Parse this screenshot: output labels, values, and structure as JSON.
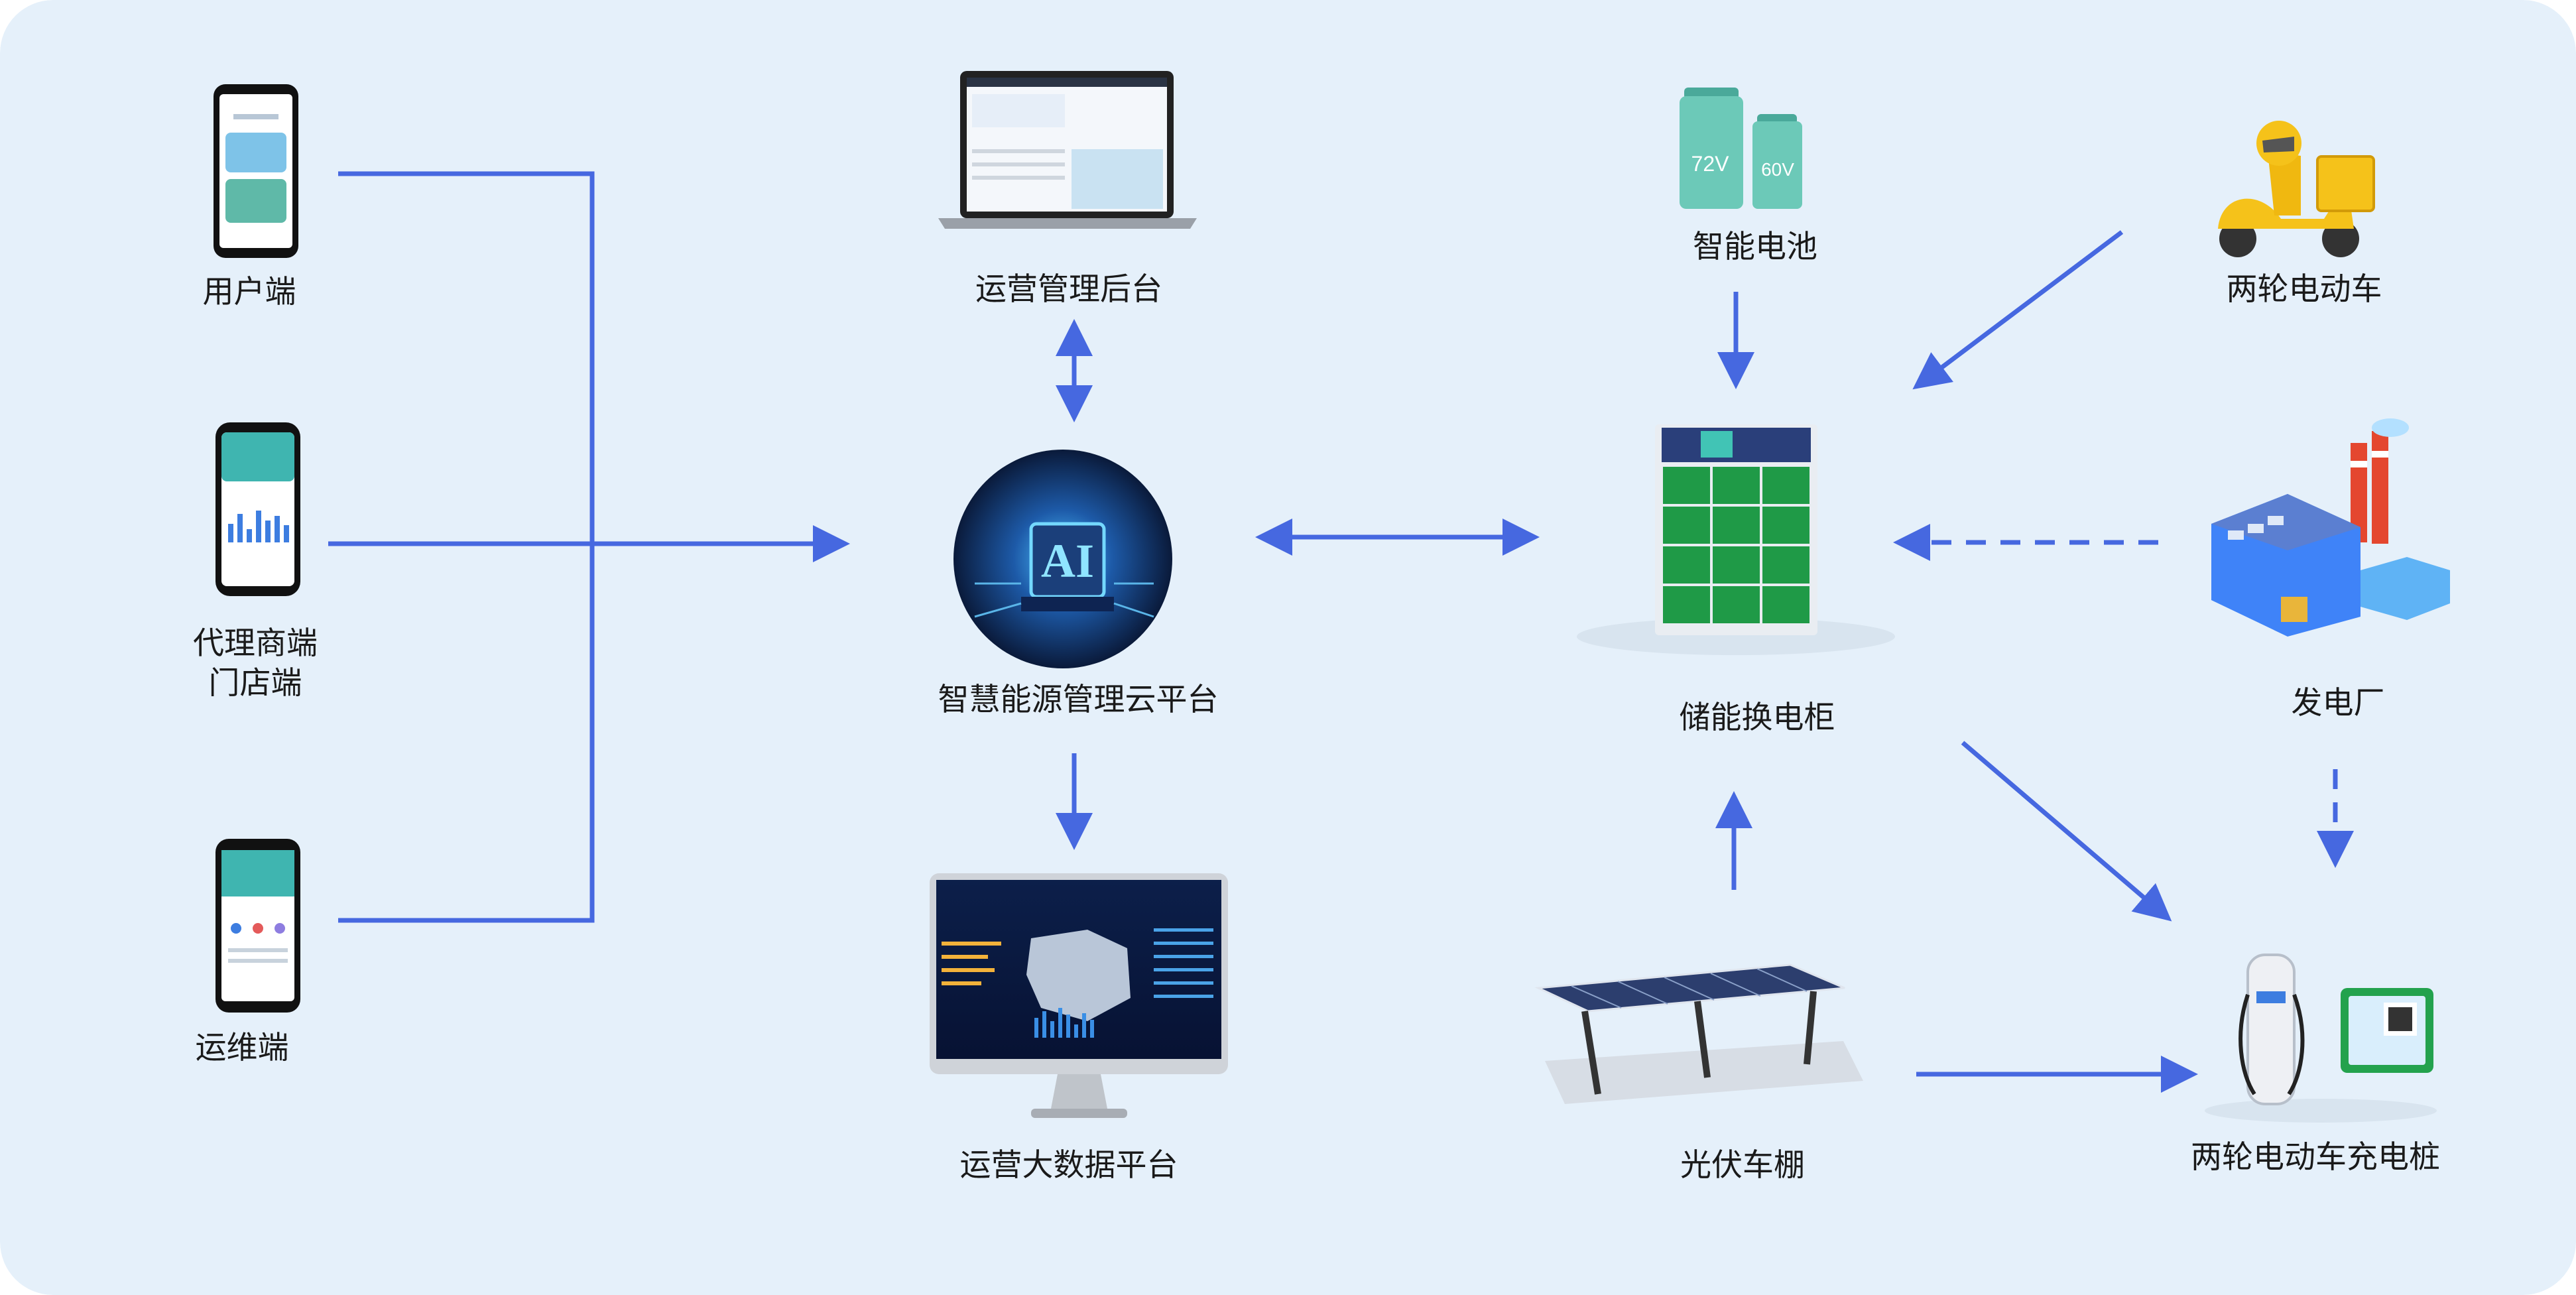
{
  "colors": {
    "background": "#e5f0fa",
    "arrow": "#4668e0",
    "cabinet_green": "#1f9a47",
    "cabinet_header": "#2a3f7a",
    "battery": "#6cc9b8",
    "scooter_yellow": "#f5c21a",
    "solar_panel": "#2c3e6e",
    "factory_blue": "#3f83f8",
    "chimney_red": "#e4472f"
  },
  "nodes": {
    "user_app": {
      "label": "用户端",
      "icon": "smartphone-icon"
    },
    "agent_app": {
      "label_line1": "代理商端",
      "label_line2": "门店端",
      "icon": "smartphone-icon"
    },
    "ops_app": {
      "label": "运维端",
      "icon": "smartphone-icon"
    },
    "admin_backend": {
      "label": "运营管理后台",
      "icon": "laptop-icon"
    },
    "cloud_platform": {
      "label": "智慧能源管理云平台",
      "icon": "ai-chip-icon",
      "icon_text": "AI"
    },
    "bigdata_platform": {
      "label": "运营大数据平台",
      "icon": "monitor-icon"
    },
    "smart_battery": {
      "label": "智能电池",
      "icon": "battery-icon",
      "battery_a": "72V",
      "battery_b": "60V"
    },
    "swap_cabinet": {
      "label": "储能换电柜",
      "icon": "battery-cabinet-icon"
    },
    "ebike": {
      "label": "两轮电动车",
      "icon": "scooter-rider-icon"
    },
    "power_plant": {
      "label": "发电厂",
      "icon": "factory-icon"
    },
    "solar_carport": {
      "label": "光伏车棚",
      "icon": "solar-carport-icon"
    },
    "charging_pile": {
      "label": "两轮电动车充电桩",
      "icon": "charging-pile-icon"
    }
  },
  "connections": [
    {
      "from": "user_app",
      "to": "cloud_platform",
      "style": "solid"
    },
    {
      "from": "agent_app",
      "to": "cloud_platform",
      "style": "solid"
    },
    {
      "from": "ops_app",
      "to": "cloud_platform",
      "style": "solid"
    },
    {
      "from": "admin_backend",
      "to": "cloud_platform",
      "style": "solid",
      "bidirectional": true
    },
    {
      "from": "cloud_platform",
      "to": "bigdata_platform",
      "style": "solid"
    },
    {
      "from": "cloud_platform",
      "to": "swap_cabinet",
      "style": "solid",
      "bidirectional": true
    },
    {
      "from": "smart_battery",
      "to": "swap_cabinet",
      "style": "solid"
    },
    {
      "from": "ebike",
      "to": "swap_cabinet",
      "style": "solid"
    },
    {
      "from": "power_plant",
      "to": "swap_cabinet",
      "style": "dashed"
    },
    {
      "from": "solar_carport",
      "to": "swap_cabinet",
      "style": "solid"
    },
    {
      "from": "swap_cabinet",
      "to": "charging_pile",
      "style": "solid"
    },
    {
      "from": "power_plant",
      "to": "charging_pile",
      "style": "dashed"
    },
    {
      "from": "solar_carport",
      "to": "charging_pile",
      "style": "solid"
    }
  ]
}
